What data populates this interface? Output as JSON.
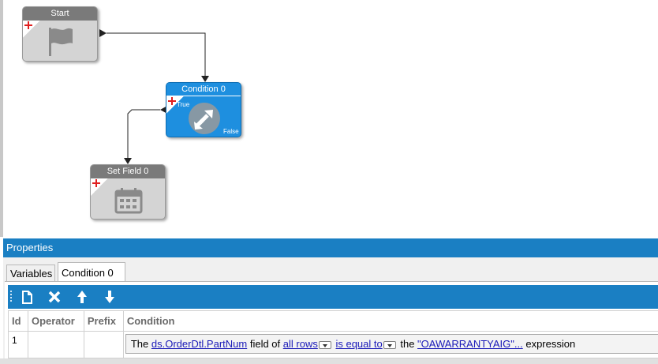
{
  "canvas": {
    "nodes": {
      "start": {
        "title": "Start",
        "icon": "flag-icon"
      },
      "condition": {
        "title": "Condition 0",
        "icon": "arrows-icon",
        "true_label": "True",
        "false_label": "False"
      },
      "set_field": {
        "title": "Set Field 0",
        "icon": "calendar-icon"
      }
    }
  },
  "properties": {
    "header": "Properties",
    "tabs": [
      {
        "label": "Variables",
        "active": false
      },
      {
        "label": "Condition 0",
        "active": true
      }
    ],
    "toolbar": {
      "buttons": [
        "new-icon",
        "delete-icon",
        "move-up-icon",
        "move-down-icon"
      ]
    },
    "grid": {
      "columns": [
        "Id",
        "Operator",
        "Prefix",
        "Condition"
      ],
      "rows": [
        {
          "id": "1",
          "operator": "",
          "prefix": "",
          "condition": {
            "t1": "The ",
            "field_link": "ds.OrderDtl.PartNum",
            "t2": " field of ",
            "rows_link": "all rows",
            "op_link": "is equal to",
            "t3": " the ",
            "value_link": "\"OAWARRANTYAIG\"...",
            "t4": " expression"
          }
        }
      ]
    }
  },
  "colors": {
    "accent": "#1a7fc3",
    "condition_node": "#1e8fdf",
    "node_gray": "#d4d4d4",
    "plus_red": "#e02020",
    "link": "#1a1ab8"
  }
}
